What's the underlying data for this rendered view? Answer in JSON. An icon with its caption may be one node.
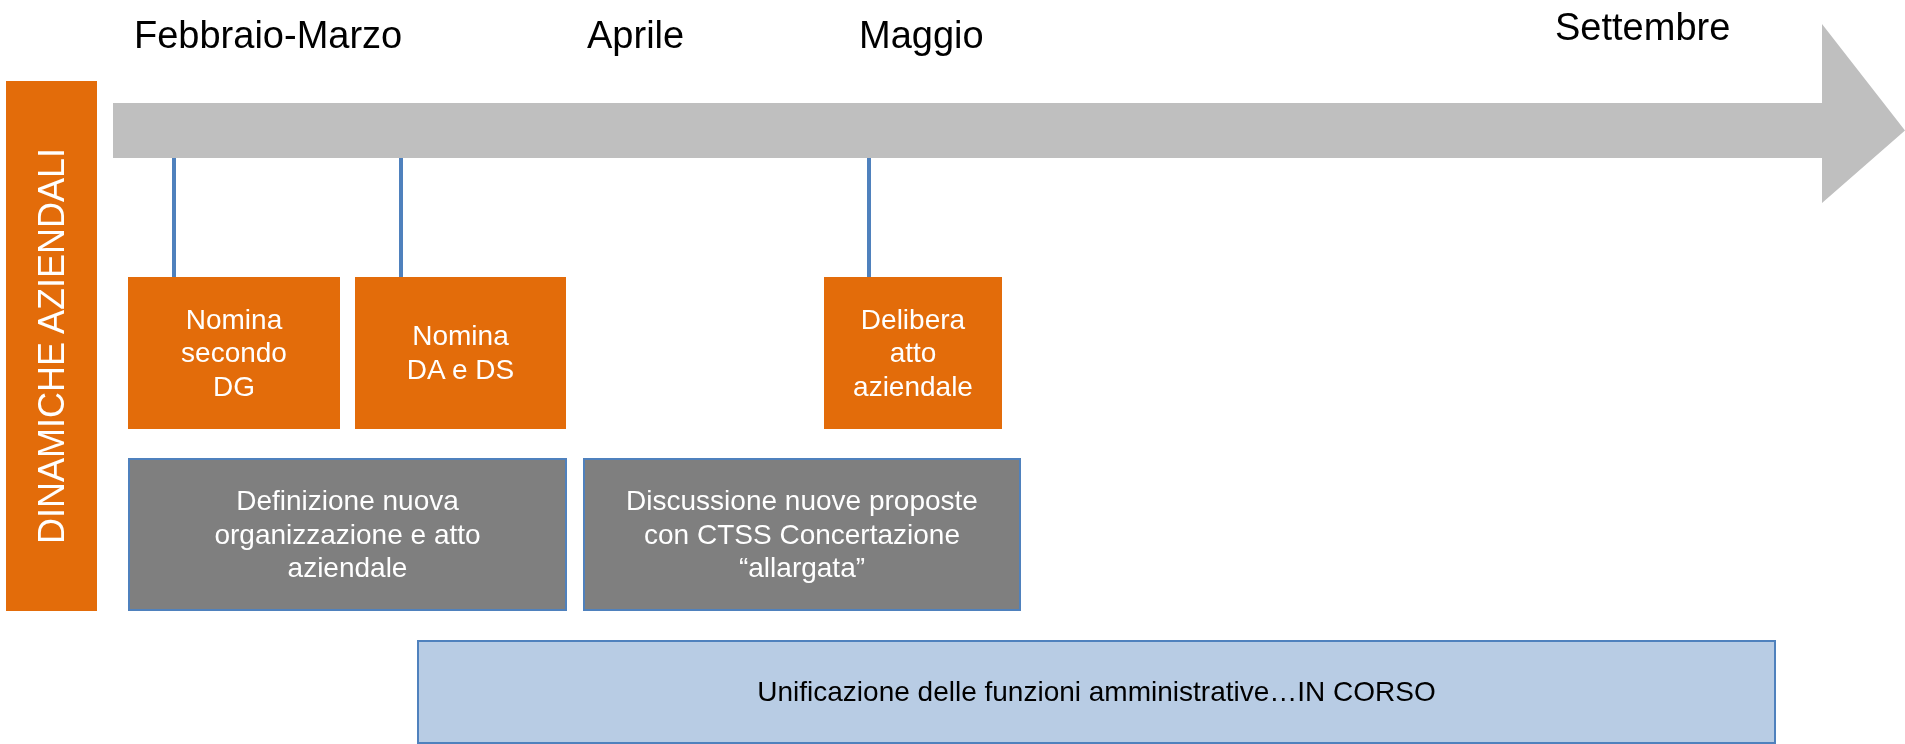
{
  "diagram": {
    "nodes": [
      {
        "text": [
          "DINAMICHE AZIENDALI"
        ]
      },
      {
        "text": [],
        "shape": "arrow"
      },
      {
        "text": [
          "Nomina secondo DG"
        ]
      },
      {
        "text": [
          "Nomina DA e DS"
        ]
      },
      {
        "text": [
          "Delibera atto aziendale"
        ]
      },
      {
        "text": [
          "Definizione nuova organizzazione e atto aziendale"
        ]
      },
      {
        "text": [
          "Discussione nuove proposte con CTSS Concertazione “allargata”"
        ]
      },
      {
        "text": [
          "Unificazione delle funzioni amministrative…IN CORSO"
        ]
      }
    ],
    "edges": [
      {
        "from": 1,
        "to": 2,
        "arrow": "none"
      },
      {
        "from": 1,
        "to": 3,
        "arrow": "none"
      },
      {
        "from": 1,
        "to": 4,
        "arrow": "none"
      }
    ],
    "labels": [
      "Febbraio-Marzo",
      "Aprile",
      "Maggio",
      "Settembre"
    ]
  }
}
